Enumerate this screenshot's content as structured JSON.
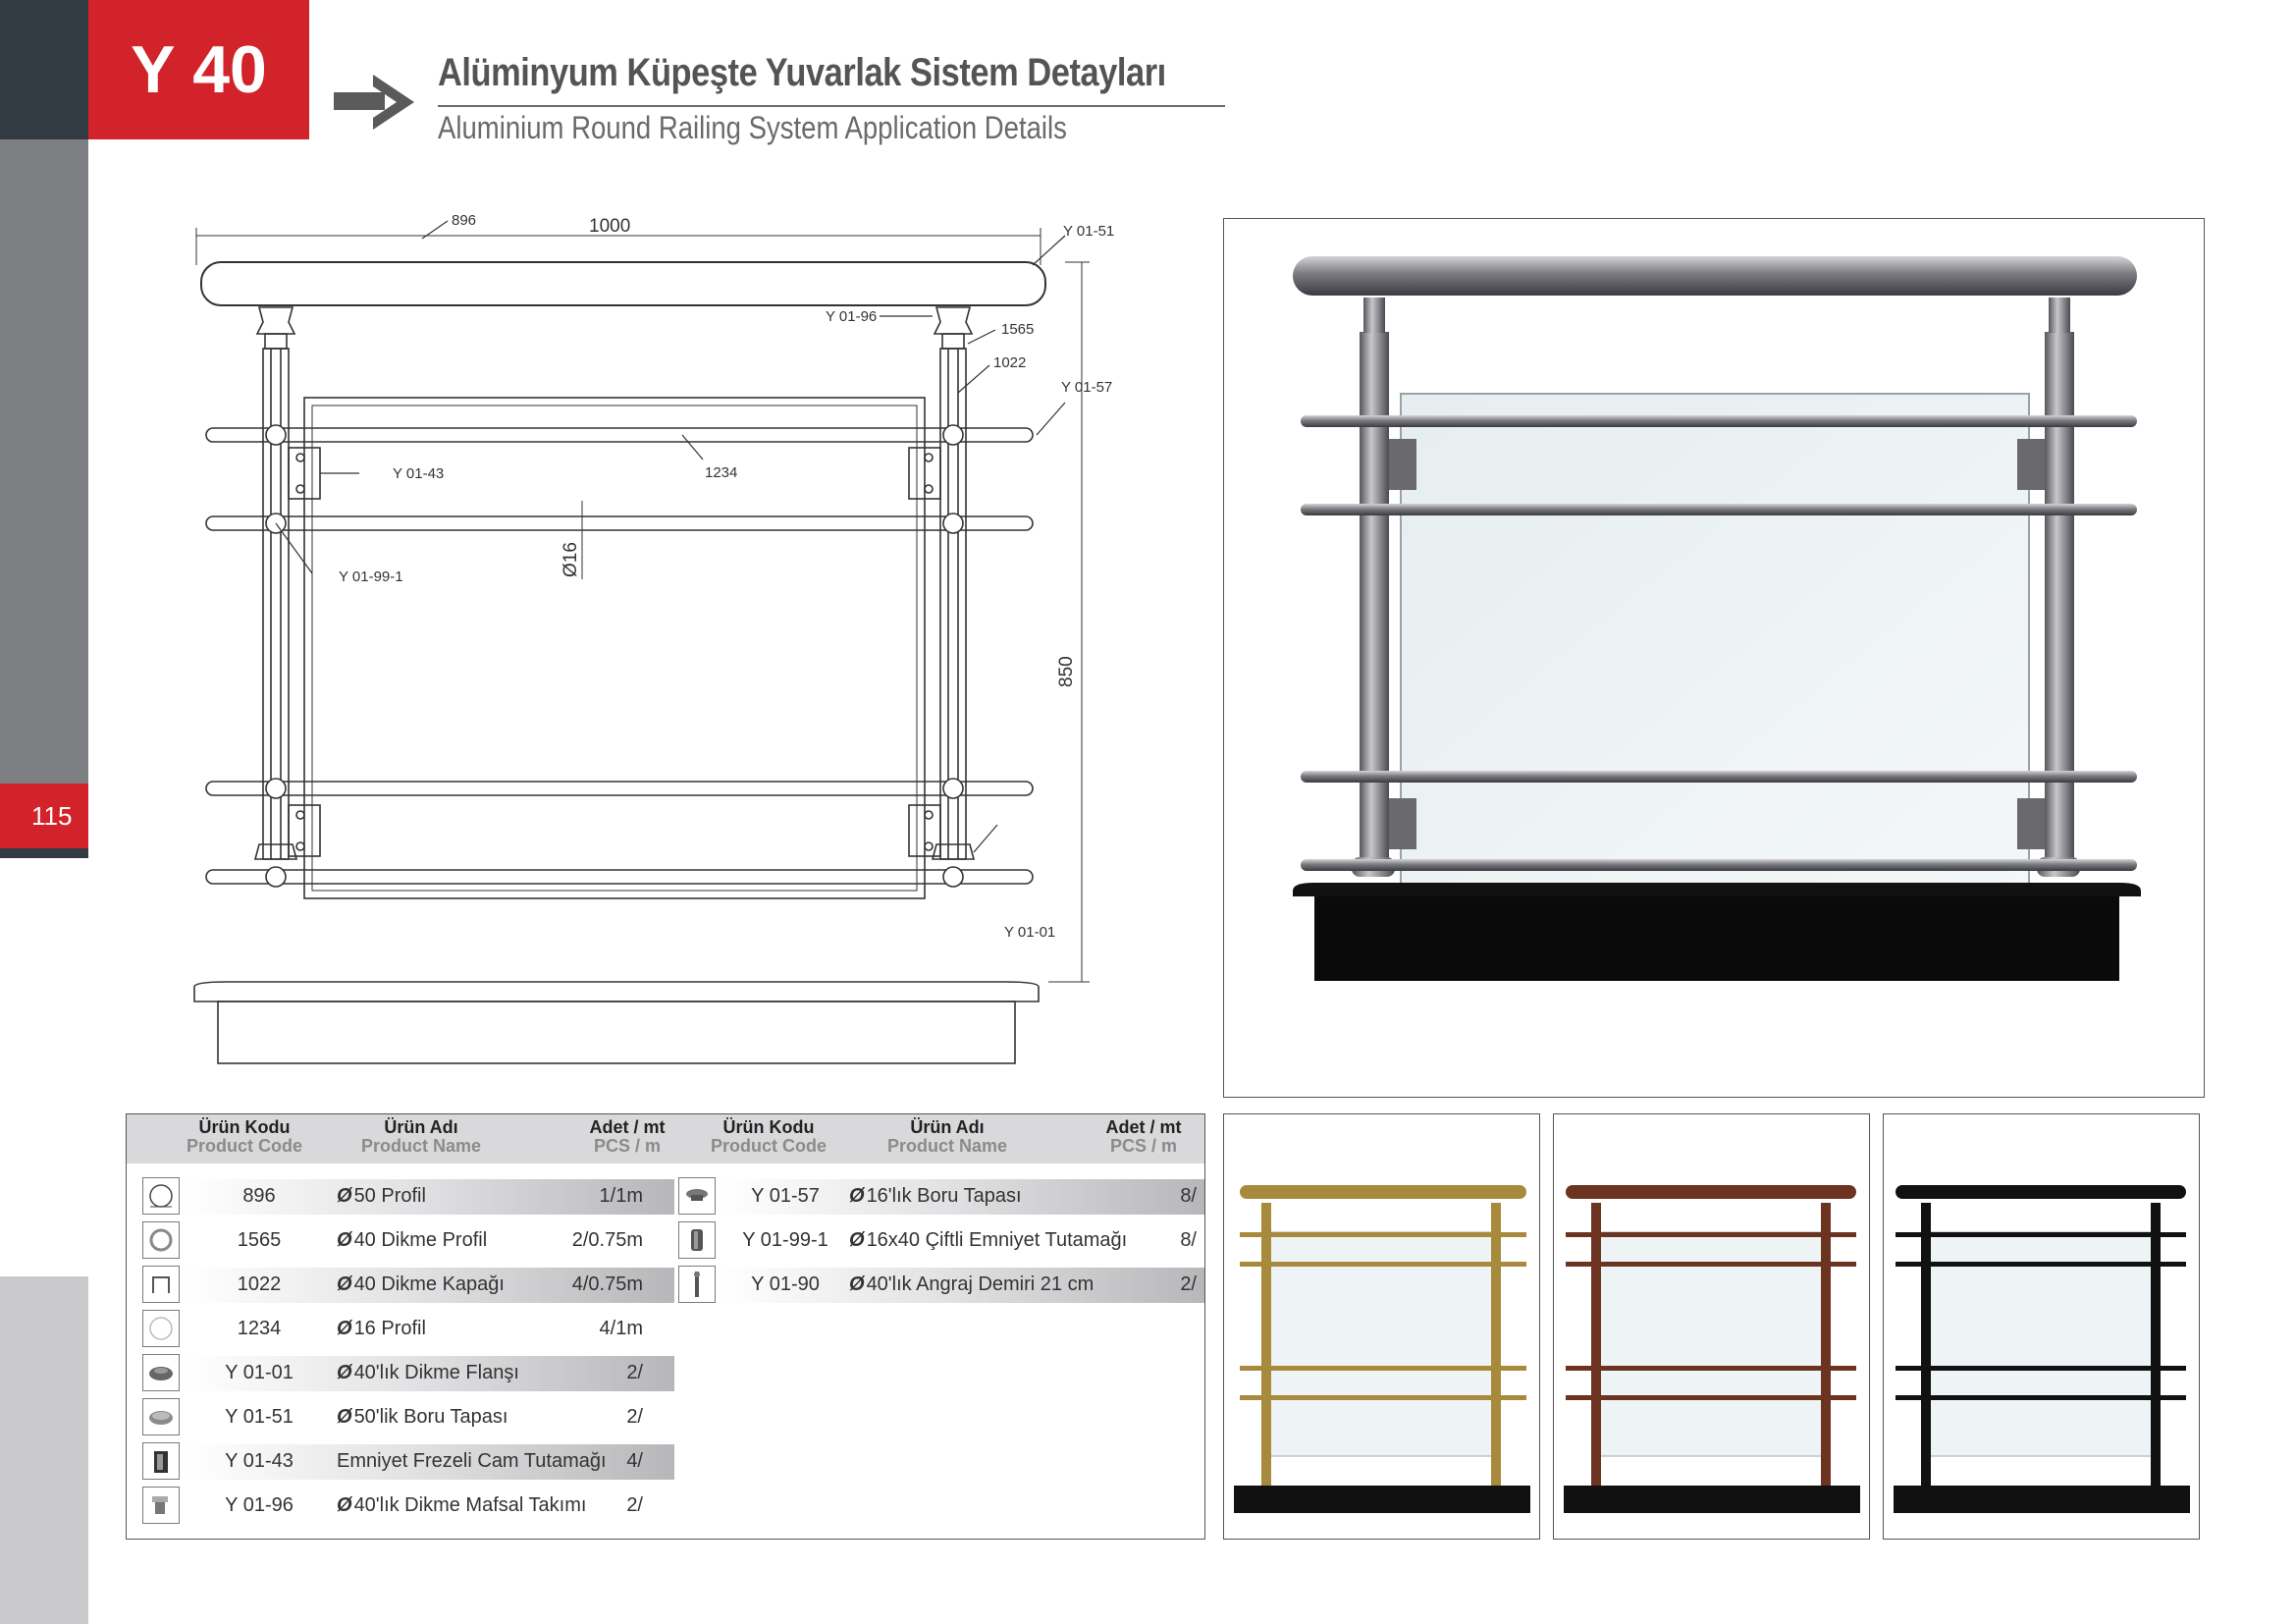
{
  "header": {
    "code": "Y 40",
    "title": "Alüminyum Küpeşte Yuvarlak Sistem Detayları",
    "subtitle": "Aluminium Round Railing System Application Details"
  },
  "page_number": "115",
  "drawing": {
    "dim_width": "1000",
    "dim_height": "850",
    "dim_diameter": "Ø16",
    "labels": [
      "896",
      "Y 01-51",
      "Y 01-96",
      "1565",
      "1022",
      "Y 01-57",
      "Y 01-43",
      "1234",
      "Y 01-99-1",
      "Y 01-01"
    ]
  },
  "table": {
    "headers": {
      "code_tr": "Ürün Kodu",
      "code_en": "Product Code",
      "name_tr": "Ürün Adı",
      "name_en": "Product Name",
      "qty_tr": "Adet / mt",
      "qty_en": "PCS / m"
    },
    "phi": "Ø",
    "left_rows": [
      {
        "code": "896",
        "phi": true,
        "name": "50 Profil",
        "qty": "1/1m",
        "icon": "round-profile-icon"
      },
      {
        "code": "1565",
        "phi": true,
        "name": "40 Dikme Profil",
        "qty": "2/0.75m",
        "icon": "post-profile-icon"
      },
      {
        "code": "1022",
        "phi": true,
        "name": "40 Dikme Kapağı",
        "qty": "4/0.75m",
        "icon": "post-cover-icon"
      },
      {
        "code": "1234",
        "phi": true,
        "name": "16 Profil",
        "qty": "4/1m",
        "icon": "small-profile-icon"
      },
      {
        "code": "Y 01-01",
        "phi": true,
        "name": "40'lık Dikme Flanşı",
        "qty": "2/",
        "icon": "flange-icon"
      },
      {
        "code": "Y 01-51",
        "phi": true,
        "name": "50'lik Boru Tapası",
        "qty": "2/",
        "icon": "tube-cap-icon"
      },
      {
        "code": "Y 01-43",
        "phi": false,
        "name": "Emniyet Frezeli Cam Tutamağı",
        "qty": "4/",
        "icon": "glass-clamp-icon"
      },
      {
        "code": "Y 01-96",
        "phi": true,
        "name": "40'lık Dikme Mafsal Takımı",
        "qty": "2/",
        "icon": "joint-set-icon"
      }
    ],
    "right_rows": [
      {
        "code": "Y 01-57",
        "phi": true,
        "name": "16'lık Boru Tapası",
        "qty": "8/",
        "icon": "small-cap-icon"
      },
      {
        "code": "Y 01-99-1",
        "phi": true,
        "name": "16x40 Çiftli Emniyet Tutamağı",
        "qty": "8/",
        "icon": "double-holder-icon"
      },
      {
        "code": "Y 01-90",
        "phi": true,
        "name": "40'lık Angraj Demiri 21 cm",
        "qty": "2/",
        "icon": "anchor-rod-icon"
      }
    ]
  },
  "colors": {
    "brand_red": "#d3232a",
    "dark": "#323a42",
    "sidebar_grey": "#7d7f83",
    "variant_gold": "#a88a3c",
    "variant_brown": "#6b3320",
    "variant_black": "#111111"
  }
}
